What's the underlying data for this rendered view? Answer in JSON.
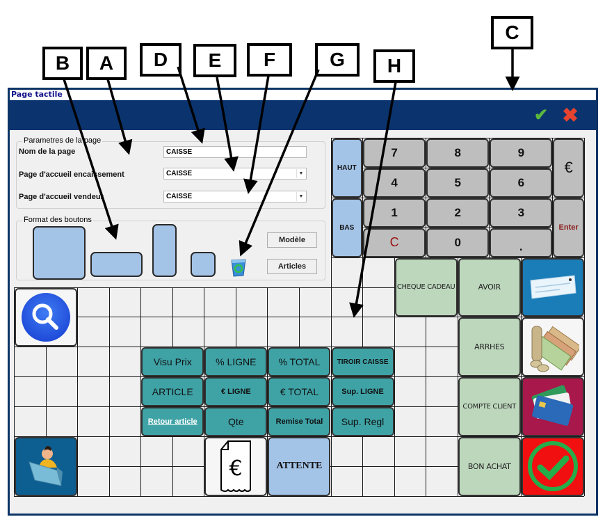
{
  "annotations": [
    {
      "id": "B",
      "label": "B"
    },
    {
      "id": "A",
      "label": "A"
    },
    {
      "id": "D",
      "label": "D"
    },
    {
      "id": "E",
      "label": "E"
    },
    {
      "id": "F",
      "label": "F"
    },
    {
      "id": "G",
      "label": "G"
    },
    {
      "id": "H",
      "label": "H"
    },
    {
      "id": "C",
      "label": "C"
    }
  ],
  "window": {
    "title": "Page tactile",
    "header_actions": {
      "confirm_icon": "check-icon",
      "cancel_icon": "close-icon",
      "confirm_symbol": "✔",
      "cancel_symbol": "✖"
    },
    "colors": {
      "header": "#0b346e",
      "confirm": "#5cb83c",
      "cancel": "#e8432e"
    }
  },
  "page_params": {
    "legend": "Parametres de la page",
    "name_label": "Nom de la page",
    "name_value": "CAISSE",
    "checkout_home_label": "Page d'accueil encaissement",
    "checkout_home_value": "CAISSE",
    "seller_home_label": "Page d'accueil vendeur",
    "seller_home_value": "CAISSE"
  },
  "button_format": {
    "legend": "Format des boutons",
    "shapes": [
      "large",
      "wide",
      "tall",
      "small"
    ],
    "model_button": "Modèle",
    "articles_button": "Articles"
  },
  "numpad": {
    "up": "HAUT",
    "down": "BAS",
    "keys": [
      "7",
      "8",
      "9",
      "4",
      "5",
      "6",
      "1",
      "2",
      "3",
      "C",
      "0",
      "."
    ],
    "currency": "€",
    "enter": "Enter"
  },
  "payment_tiles": {
    "gift_check": "CHEQUE CADEAU",
    "credit_note": "AVOIR",
    "deposit": "ARRHES",
    "customer_account": "COMPTE CLIENT",
    "voucher": "BON ACHAT"
  },
  "action_tiles": {
    "price_view": "Visu Prix",
    "pct_line": "% LIGNE",
    "pct_total": "% TOTAL",
    "cash_drawer": "TIROIR CAISSE",
    "article": "ARTICLE",
    "eur_line": "€ LIGNE",
    "eur_total": "€ TOTAL",
    "delete_line": "Sup. LIGNE",
    "return_article": "Retour article",
    "qty": "Qte",
    "total_discount": "Remise Total",
    "delete_payment": "Sup. Regl",
    "hold": "ATTENTE"
  },
  "receipt_symbol": "€"
}
